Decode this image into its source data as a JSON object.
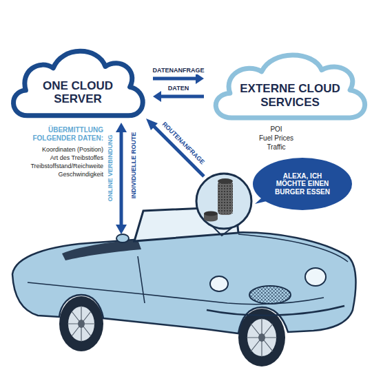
{
  "diagram": {
    "nodes": [
      {
        "text": [
          "ONE CLOUD SERVER"
        ]
      },
      {
        "text": [
          "EXTERNE CLOUD SERVICES",
          "POI",
          "Fuel Prices",
          "Traffic"
        ]
      },
      {
        "text": [
          "ALEXA, ICH MÖCHTE EINEN BURGER ESSEN"
        ]
      }
    ],
    "edges": [
      {
        "from": 0,
        "to": 1,
        "label": "DATENANFRAGE",
        "arrow": "to"
      },
      {
        "from": 1,
        "to": 0,
        "label": "DATEN",
        "arrow": "to"
      }
    ],
    "labels": [
      "ÜBERMITTLUNG FOLGENDER DATEN:",
      "Koordinaten (Position)",
      "Art des Treibstoffes",
      "Treibstoffstand/Reichweite",
      "Geschwindigkeit",
      "ONLINE VERBINDUNG",
      "INDIVIDUELLE ROUTE",
      "ROUTENANFRAGE"
    ]
  }
}
